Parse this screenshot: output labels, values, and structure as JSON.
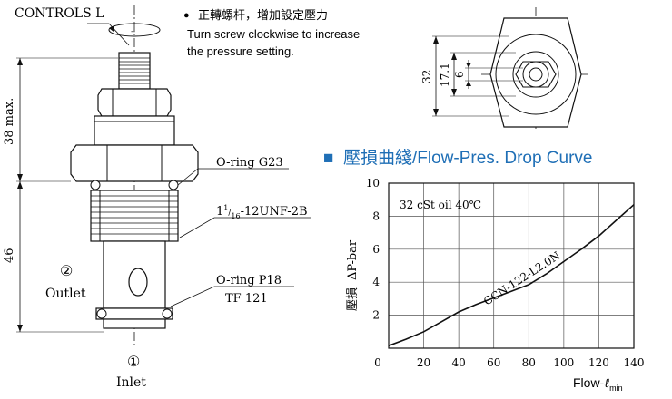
{
  "valve": {
    "controls_label": "CONTROLS L",
    "rotation_mark": "+",
    "note_bullet": "●",
    "note_zh": "正轉螺杆，增加設定壓力",
    "note_en_line1": "Turn screw clockwise to increase",
    "note_en_line2": "the pressure setting.",
    "dim_top": "38 max.",
    "dim_bottom": "46",
    "oring_top": "O-ring G23",
    "thread_prefix": "1",
    "thread_super": "1",
    "thread_sub": "16",
    "thread_suffix": "-12UNF-2B",
    "oring_bottom": "O-ring P18",
    "tf_label": "TF 121",
    "port2_number": "②",
    "port2_label": "Outlet",
    "port1_number": "①",
    "port1_label": "Inlet"
  },
  "top_view": {
    "dim_outer": "32",
    "dim_mid": "17.1",
    "dim_inner": "6"
  },
  "chart_heading": {
    "marker": "■",
    "title": "壓損曲綫/Flow-Pres. Drop Curve"
  },
  "colors": {
    "heading": "#1f6fb6",
    "ink": "#111111",
    "grid": "#555555"
  },
  "chart_data": {
    "type": "line",
    "annotation": "32 cSt oil 40℃",
    "xlabel_main": "Flow-",
    "xlabel_unit_l": "ℓ",
    "xlabel_unit_min": "min",
    "ylabel_zh": "壓損",
    "ylabel": "ΔP-bar",
    "xlim": [
      0,
      140
    ],
    "ylim": [
      0,
      10
    ],
    "x_ticks": [
      "0",
      "20",
      "40",
      "60",
      "80",
      "100",
      "120",
      "140"
    ],
    "y_ticks": [
      "2",
      "4",
      "6",
      "8",
      "10"
    ],
    "grid": true,
    "series": [
      {
        "name": "CCN-122-L2.0N",
        "x": [
          0,
          10,
          20,
          30,
          40,
          50,
          60,
          70,
          80,
          90,
          100,
          110,
          120,
          130,
          140
        ],
        "y": [
          0.15,
          0.55,
          1.0,
          1.6,
          2.2,
          2.65,
          3.05,
          3.45,
          3.85,
          4.5,
          5.25,
          6.0,
          6.8,
          7.75,
          8.7
        ]
      }
    ]
  }
}
